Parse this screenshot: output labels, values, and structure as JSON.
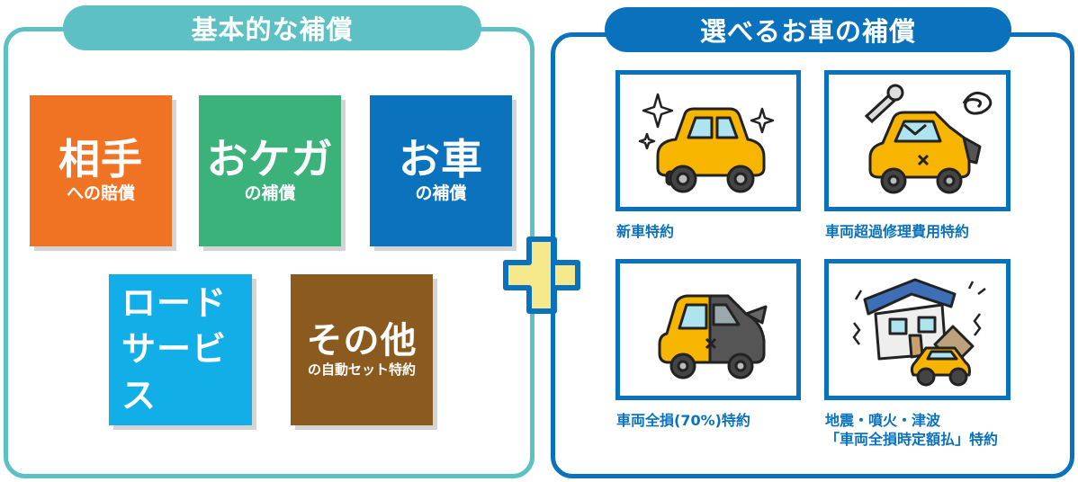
{
  "left_panel": {
    "title": "基本的な補償",
    "tiles": [
      {
        "big": "相手",
        "small": "への賠償",
        "color": "#f07323"
      },
      {
        "big": "おケガ",
        "small": "の補償",
        "color": "#3ab27a"
      },
      {
        "big": "お車",
        "small": "の補償",
        "color": "#0b73be"
      },
      {
        "big_line1": "ロード",
        "big_line2": "サービス",
        "color": "#12aee8"
      },
      {
        "big": "その他",
        "small": "の自動セット特約",
        "color": "#8b5a1e"
      }
    ]
  },
  "plus_icon": {
    "name": "plus-icon",
    "color": "#f6e98c",
    "outline": "#0a72bd"
  },
  "right_panel": {
    "title": "選べるお車の補償",
    "options": [
      {
        "caption": "新車特約",
        "icon": "sparkling-new-car-icon"
      },
      {
        "caption": "車両超過修理費用特約",
        "icon": "damaged-car-wrench-icon"
      },
      {
        "caption": "車両全損(70%)特約",
        "icon": "wrecked-car-icon"
      },
      {
        "caption_line1": "地震・噴火・津波",
        "caption_line2": "「車両全損時定額払」特約",
        "icon": "earthquake-collapsed-house-car-icon"
      }
    ]
  },
  "colors": {
    "teal": "#5cc0c4",
    "blue": "#0a72bd",
    "car_yellow": "#f7b500"
  }
}
